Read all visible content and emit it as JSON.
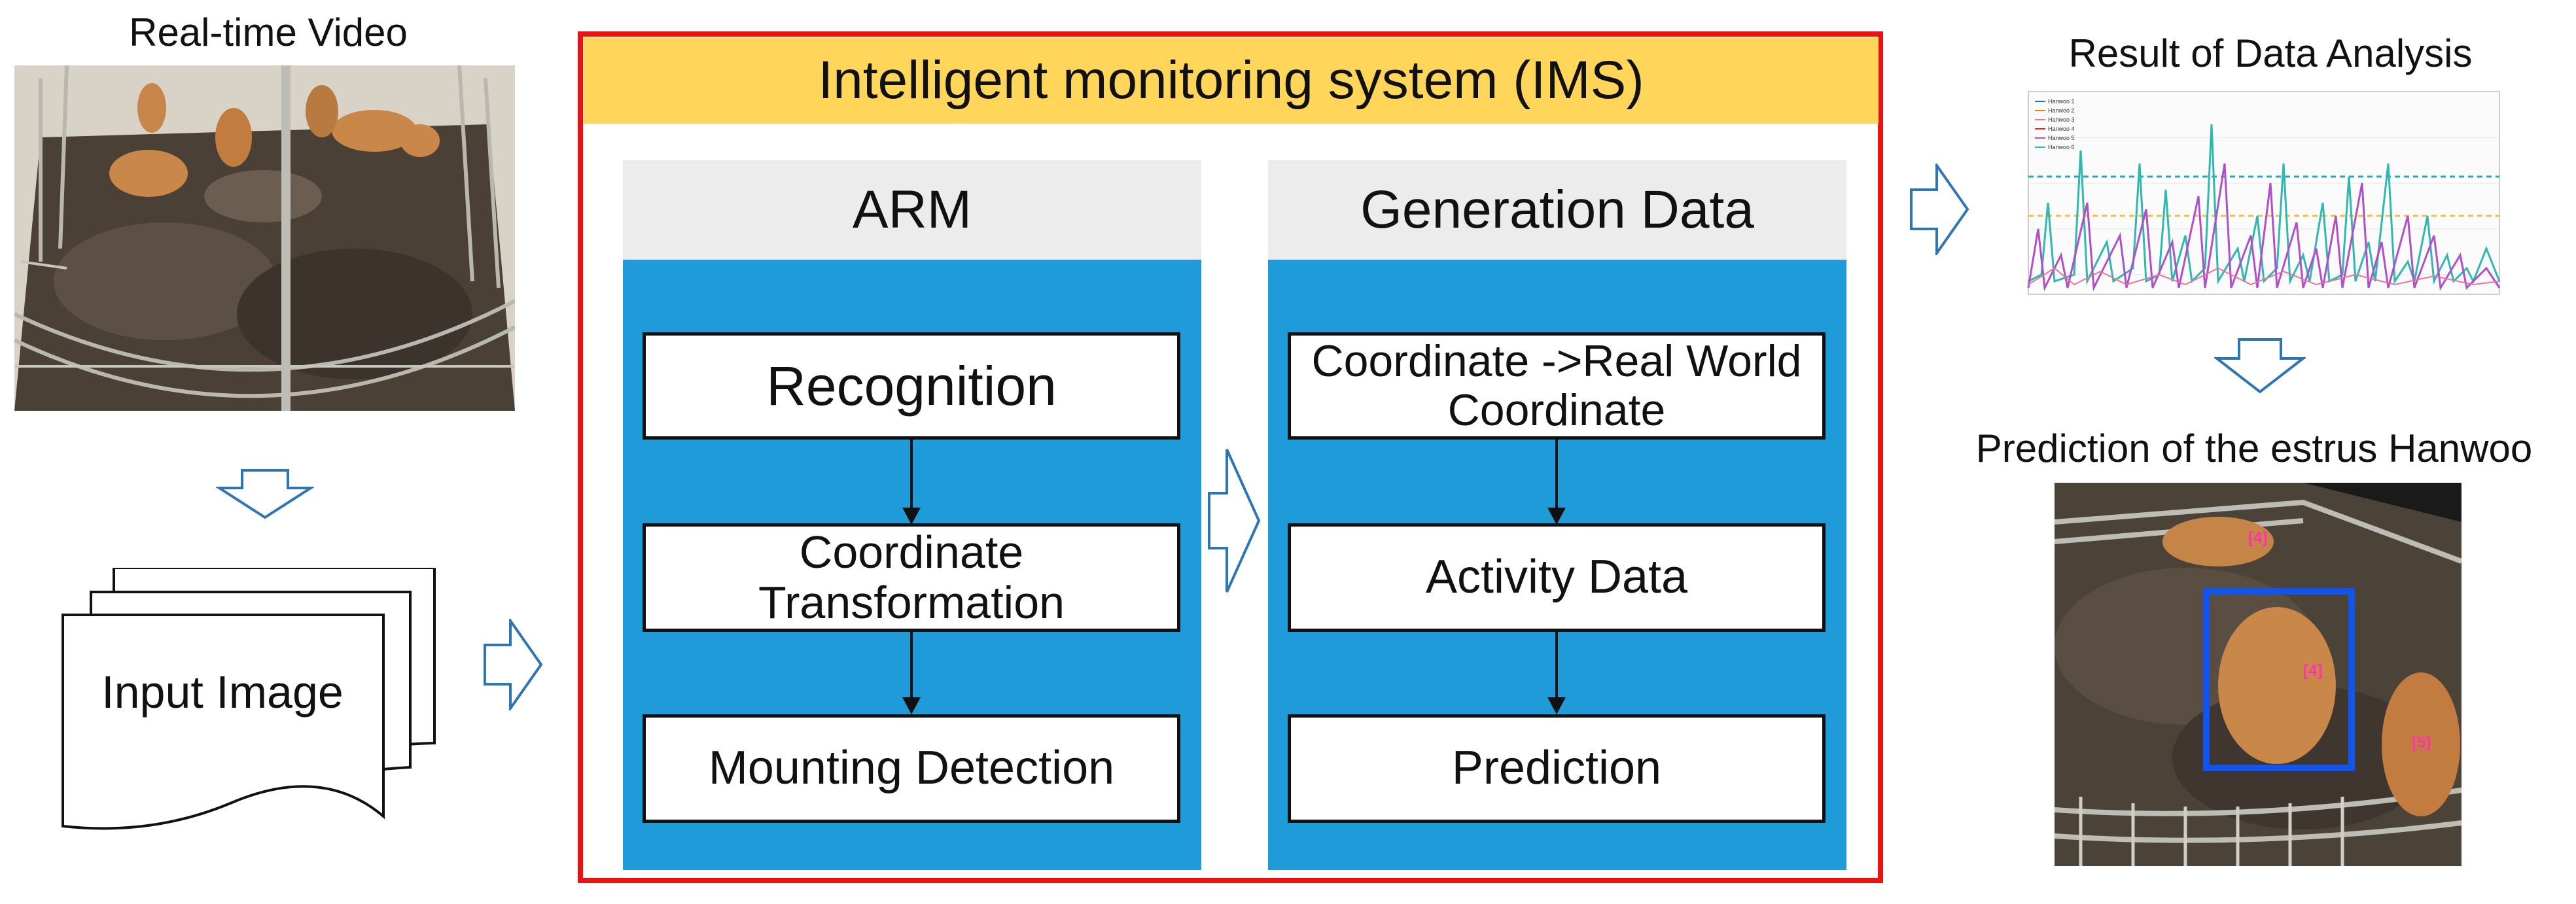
{
  "left": {
    "video_caption": "Real-time Video",
    "input_label": "Input Image"
  },
  "ims": {
    "title": "Intelligent monitoring system (IMS)",
    "arm": {
      "title": "ARM",
      "steps": [
        "Recognition",
        "Coordinate Transformation",
        "Mounting Detection"
      ]
    },
    "generation": {
      "title": "Generation Data",
      "steps": [
        "Coordinate ->Real World Coordinate",
        "Activity Data",
        "Prediction"
      ]
    }
  },
  "right": {
    "analysis_caption": "Result of Data Analysis",
    "prediction_caption": "Prediction of the estrus Hanwoo",
    "legend": [
      "Hanwoo 1",
      "Hanwoo 2",
      "Hanwoo 3",
      "Hanwoo 4",
      "Hanwoo 5",
      "Hanwoo 6"
    ],
    "detection_tags": [
      "[4]",
      "[4]",
      "[5]"
    ]
  },
  "colors": {
    "ims_border": "#ee1111",
    "ims_title_bg": "#ffd659",
    "column_body": "#1f9bd9",
    "column_head": "#ececec",
    "arrow_outline": "#2e75b6",
    "detection_box": "#1155ee"
  }
}
